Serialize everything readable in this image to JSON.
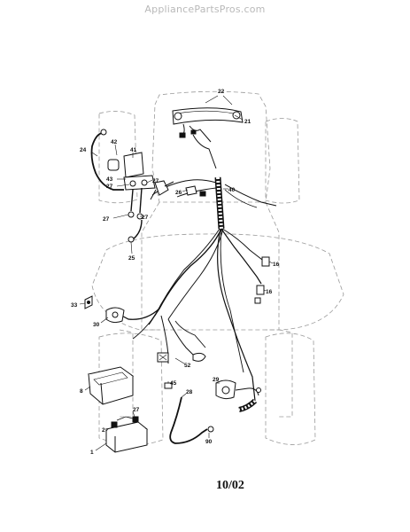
{
  "watermark": "AppliancePartsPros.com",
  "revision": "10/02",
  "callouts": [
    "22",
    "21",
    "24",
    "42",
    "41",
    "43",
    "27",
    "27",
    "27",
    "27",
    "26",
    "40",
    "25",
    "16",
    "16",
    "33",
    "30",
    "52",
    "45",
    "8",
    "28",
    "29",
    "27",
    "1",
    "2",
    "90"
  ]
}
